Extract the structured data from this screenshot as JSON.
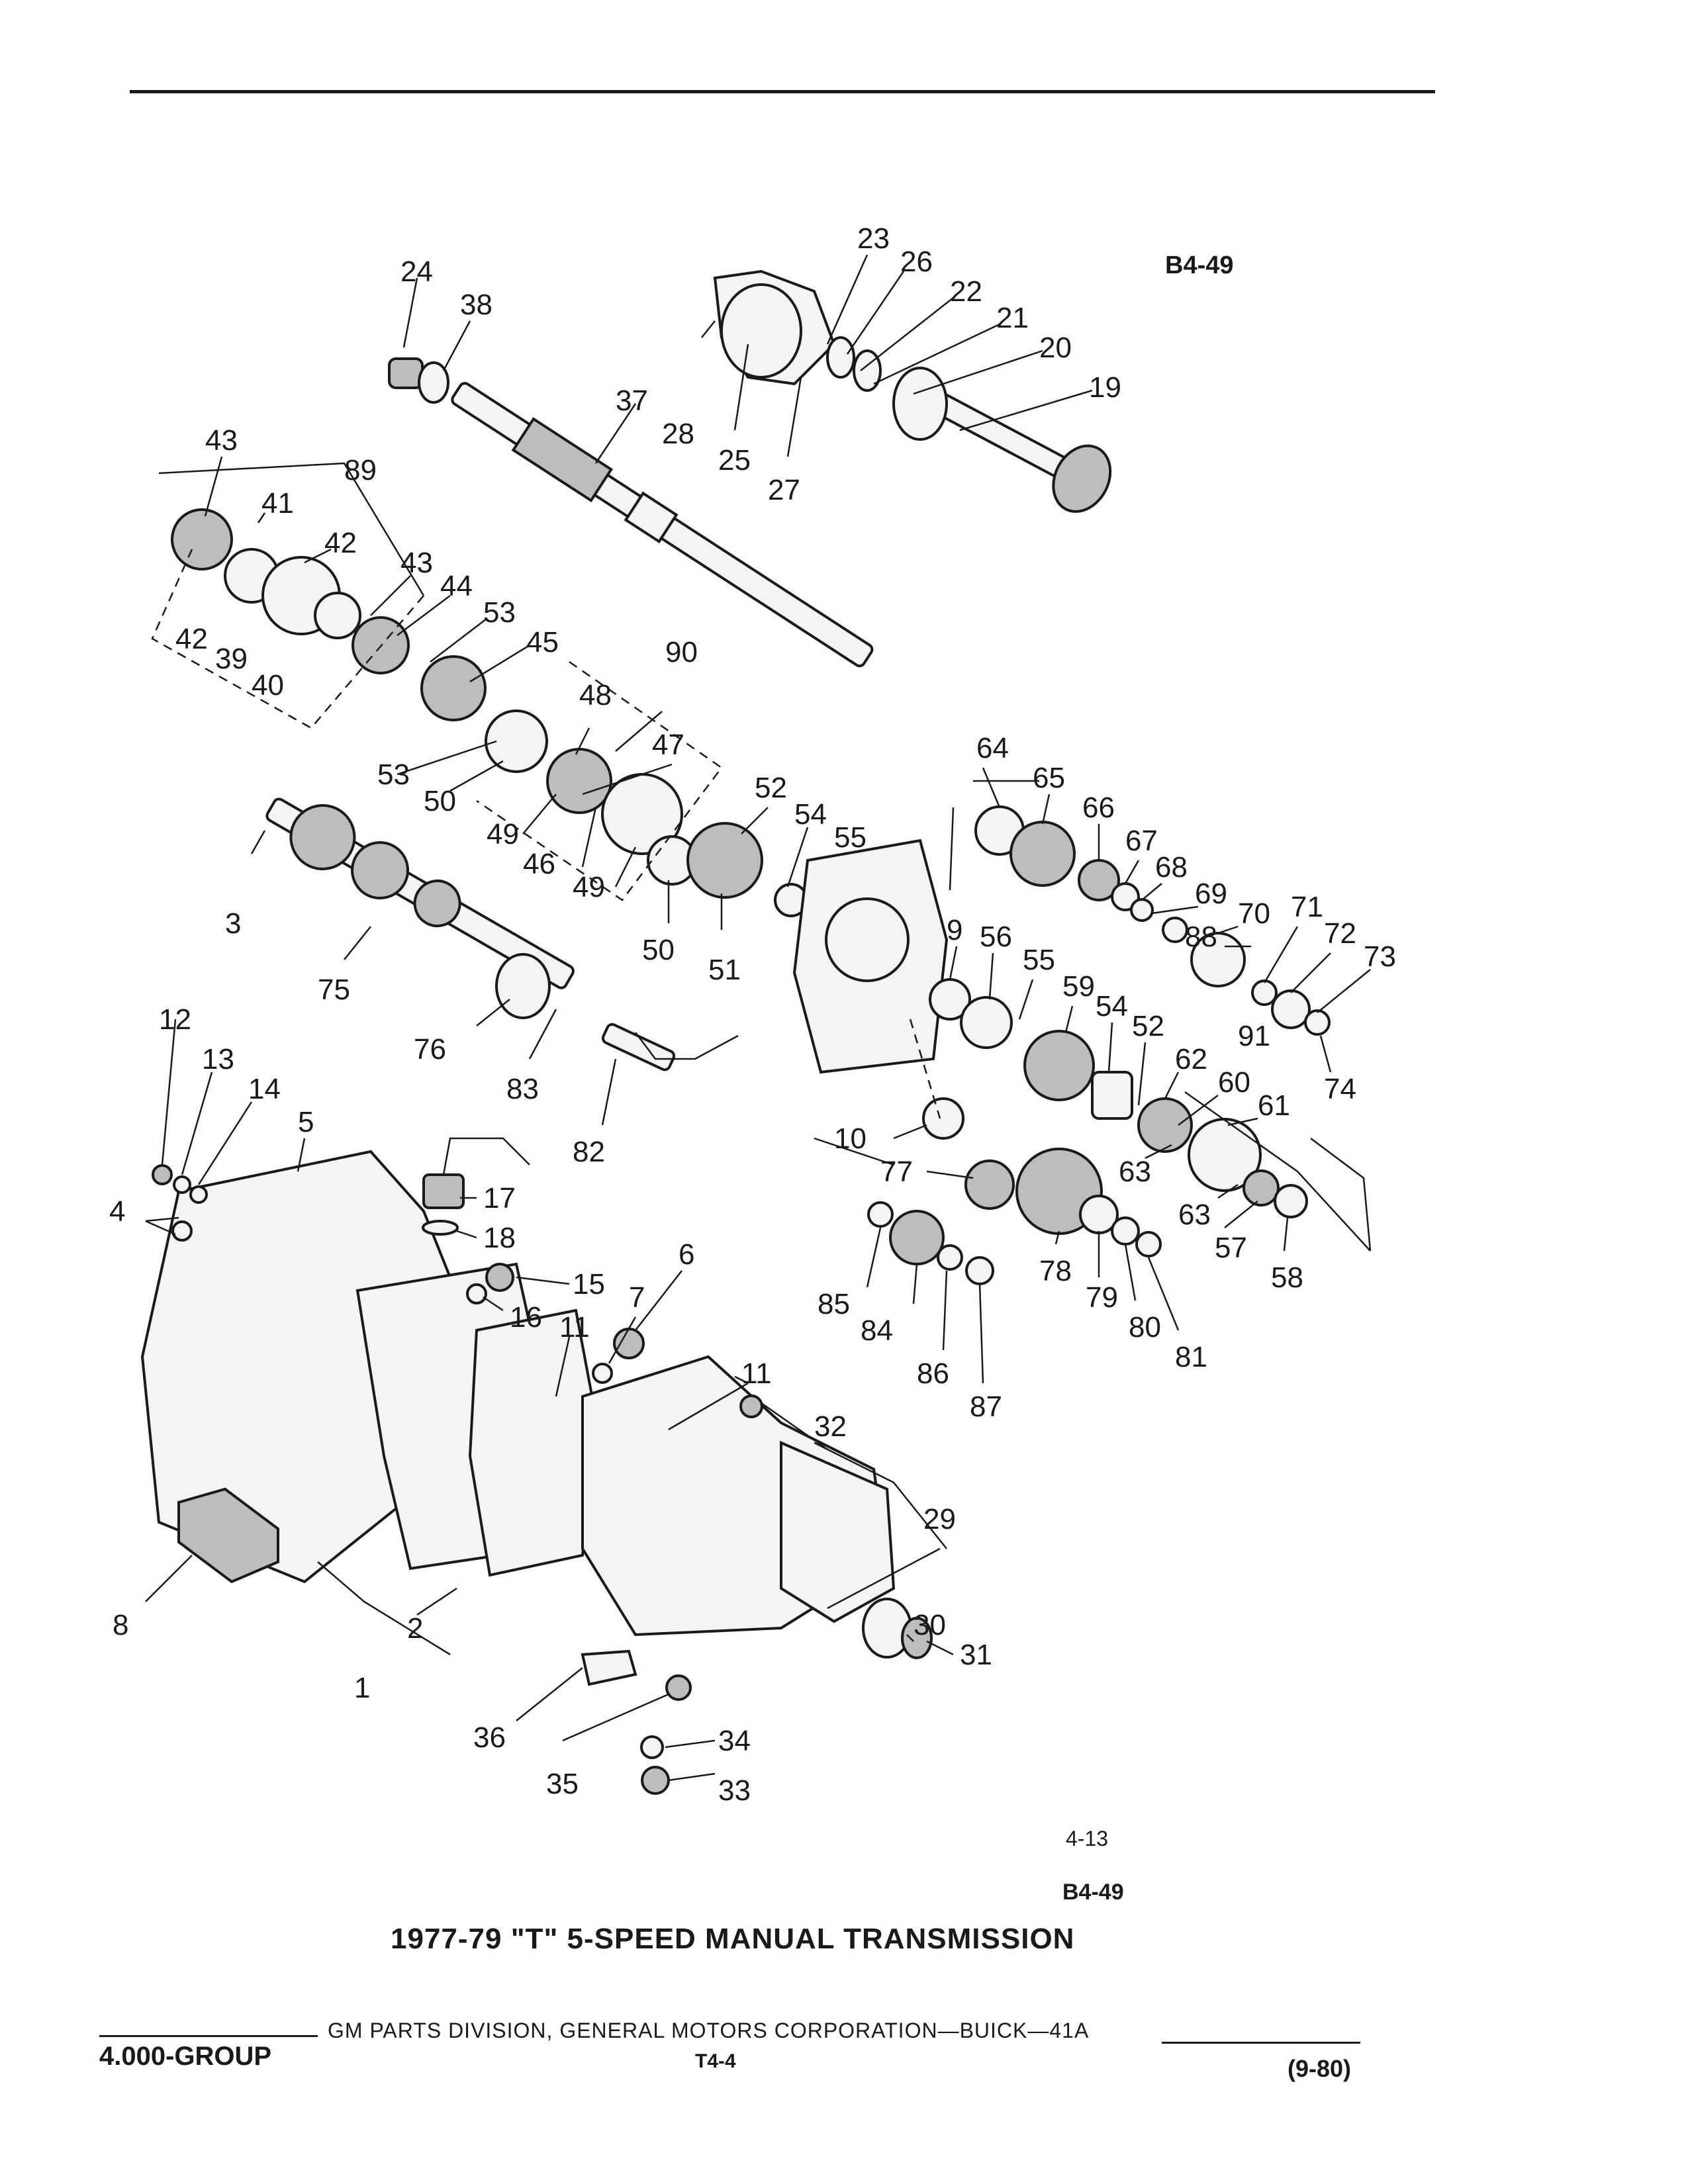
{
  "ref_code_top": "B4-49",
  "page_number": "4-13",
  "ref_code_bottom": "B4-49",
  "caption": "1977-79 \"T\" 5-SPEED MANUAL TRANSMISSION",
  "footer": {
    "group": "4.000-GROUP",
    "publisher": "GM PARTS DIVISION, GENERAL MOTORS CORPORATION—BUICK—41A",
    "section": "T4-4",
    "date": "(9-80)"
  },
  "callouts": {
    "n1": "1",
    "n2": "2",
    "n3": "3",
    "n4": "4",
    "n5": "5",
    "n6": "6",
    "n7": "7",
    "n8": "8",
    "n9": "9",
    "n10": "10",
    "n11a": "11",
    "n11b": "11",
    "n12": "12",
    "n13": "13",
    "n14": "14",
    "n15": "15",
    "n16": "16",
    "n17": "17",
    "n18": "18",
    "n19": "19",
    "n20": "20",
    "n21": "21",
    "n22": "22",
    "n23": "23",
    "n24": "24",
    "n25": "25",
    "n26": "26",
    "n27": "27",
    "n28": "28",
    "n29": "29",
    "n30": "30",
    "n31": "31",
    "n32": "32",
    "n33": "33",
    "n34": "34",
    "n35": "35",
    "n36": "36",
    "n37": "37",
    "n38": "38",
    "n39": "39",
    "n40": "40",
    "n41": "41",
    "n42a": "42",
    "n42b": "42",
    "n43a": "43",
    "n43b": "43",
    "n44": "44",
    "n45": "45",
    "n46": "46",
    "n47": "47",
    "n48": "48",
    "n49a": "49",
    "n49b": "49",
    "n50a": "50",
    "n50b": "50",
    "n51": "51",
    "n52a": "52",
    "n52b": "52",
    "n53a": "53",
    "n53b": "53",
    "n54a": "54",
    "n54b": "54",
    "n55a": "55",
    "n55b": "55",
    "n56": "56",
    "n57": "57",
    "n58": "58",
    "n59": "59",
    "n60": "60",
    "n61": "61",
    "n62": "62",
    "n63a": "63",
    "n63b": "63",
    "n64": "64",
    "n65": "65",
    "n66": "66",
    "n67": "67",
    "n68": "68",
    "n69": "69",
    "n70": "70",
    "n71": "71",
    "n72": "72",
    "n73": "73",
    "n74": "74",
    "n75": "75",
    "n76": "76",
    "n77": "77",
    "n78": "78",
    "n79": "79",
    "n80": "80",
    "n81": "81",
    "n82": "82",
    "n83": "83",
    "n84": "84",
    "n85": "85",
    "n86": "86",
    "n87": "87",
    "n88": "88",
    "n89": "89",
    "n90": "90",
    "n91": "91"
  }
}
